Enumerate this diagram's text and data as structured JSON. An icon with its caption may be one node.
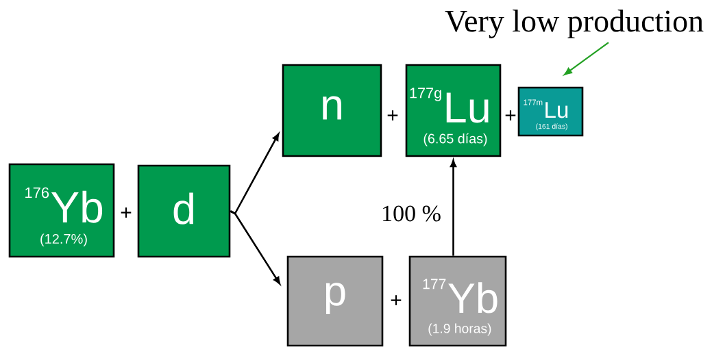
{
  "diagram": {
    "nodes": [
      {
        "text": [
          "176",
          "Yb",
          "(12.7%)"
        ]
      },
      {
        "text": [
          "d"
        ]
      },
      {
        "text": [
          "n"
        ]
      },
      {
        "text": [
          "177g",
          "Lu",
          "(6.65 días)"
        ]
      },
      {
        "text": [
          "177m",
          "Lu",
          "(161 días)"
        ]
      },
      {
        "text": [
          "p"
        ]
      },
      {
        "text": [
          "177",
          "Yb",
          "(1.9 horas)"
        ]
      },
      {
        "text": [
          "Very low production"
        ]
      }
    ],
    "edges": [
      {
        "from": 1,
        "to": 2,
        "arrow": "to"
      },
      {
        "from": 1,
        "to": 5,
        "arrow": "to"
      },
      {
        "from": 6,
        "to": 3,
        "arrow": "to",
        "label": "100 %"
      },
      {
        "from": 7,
        "to": 4,
        "arrow": "to",
        "color": "#22a022"
      }
    ],
    "labels": [
      "+",
      "+",
      "+",
      "+"
    ]
  }
}
